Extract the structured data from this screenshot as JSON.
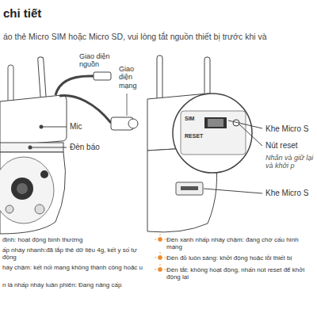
{
  "diagram": {
    "title": "chi tiết",
    "labels": [
      "áo thẻ Micro SIM hoặc Micro SD, vui lòng tắt nguồn thiết bị trước khi và",
      "Giao diện nguồn",
      "Giao diện mạng",
      "Mic",
      "Đèn báo",
      "SIM",
      "RESET",
      "Khe Micro S",
      "Nút reset",
      "Nhấn và giữ lại và khởi p",
      "Khe Micro S",
      "định: hoạt động bình thường",
      "ấp nháy nhanh:đã lắp thẻ dữ liệu 4g, kết y số tự động",
      "háy chậm: kết nối mạng không thành công hoặc u",
      "n là nhấp nháy luân phiên: Đang nâng cấp",
      "Đèn xanh nhấp nháy chậm: đang chờ cấu hình mạng",
      "Đèn đỏ luôn sáng: khởi động hoặc lỗi thiết bị",
      "Đèn tắt: không hoạt động, nhấn nút reset để khởi động lại"
    ]
  }
}
